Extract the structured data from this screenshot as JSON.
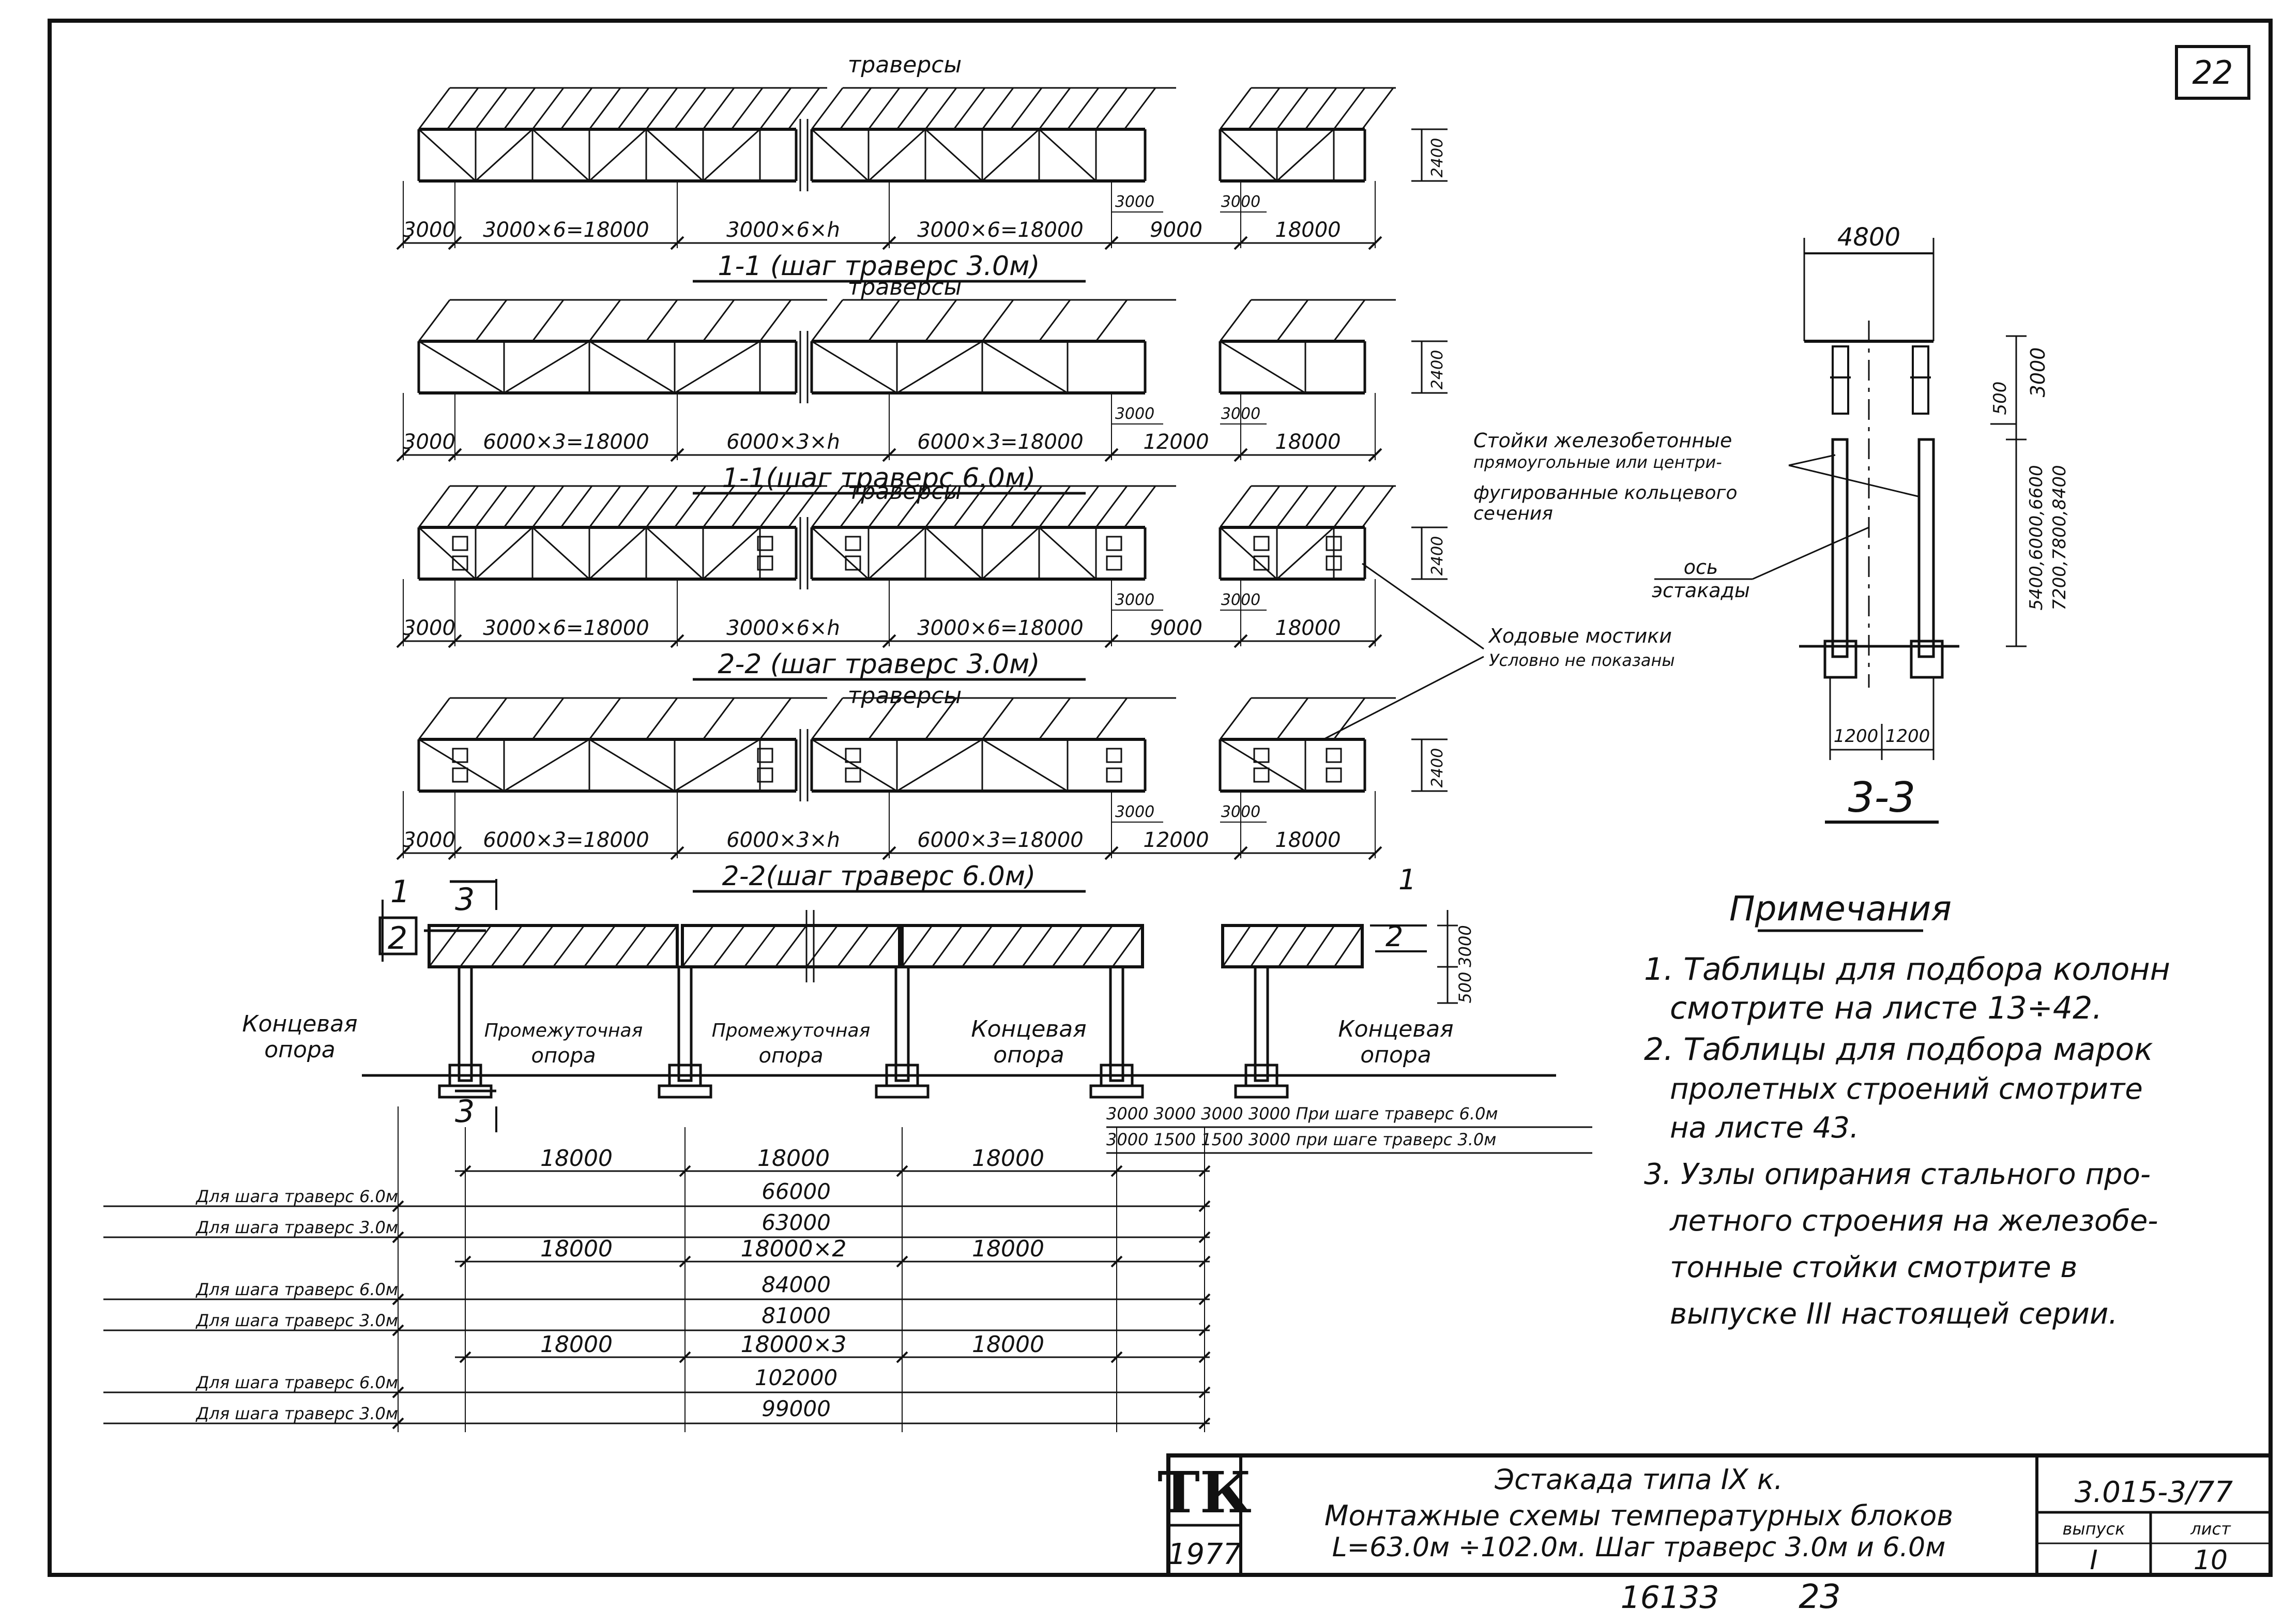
{
  "sheet_number": "22",
  "row1": {
    "top_label": "траверсы",
    "height_dim": "2400",
    "dims": [
      "3000",
      "3000×6=18000",
      "3000×6×h",
      "3000×6=18000",
      "9000",
      "18000"
    ],
    "gap_dims": [
      "3000",
      "3000"
    ],
    "caption": "1-1 (шаг траверс 3.0м)"
  },
  "row2": {
    "top_label": "траверсы",
    "height_dim": "2400",
    "dims": [
      "3000",
      "6000×3=18000",
      "6000×3×h",
      "6000×3=18000",
      "12000",
      "18000"
    ],
    "gap_dims": [
      "3000",
      "3000"
    ],
    "caption": "1-1(шаг траверс 6.0м)"
  },
  "row3": {
    "top_label": "траверсы",
    "height_dim": "2400",
    "dims": [
      "3000",
      "3000×6=18000",
      "3000×6×h",
      "3000×6=18000",
      "9000",
      "18000"
    ],
    "gap_dims": [
      "3000",
      "3000"
    ],
    "caption": "2-2 (шаг траверс 3.0м)"
  },
  "row4": {
    "top_label": "траверсы",
    "height_dim": "2400",
    "dims": [
      "3000",
      "6000×3=18000",
      "6000×3×h",
      "6000×3=18000",
      "12000",
      "18000"
    ],
    "gap_dims": [
      "3000",
      "3000"
    ],
    "caption": "2-2(шаг траверс 6.0м)"
  },
  "walkways_note": [
    "Ходовые мостики",
    "Условно не показаны"
  ],
  "section33": {
    "top_dim": "4800",
    "dim_3000": "3000",
    "dim_500": "500",
    "heights_a": "5400,6000,6600",
    "heights_b": "7200,7800,8400",
    "base_dims": [
      "1200",
      "1200"
    ],
    "caption": "3-3",
    "columns_note": [
      "Стойки железобетонные",
      "прямоугольные или центри-",
      "фугированные кольцевого",
      "сечения"
    ],
    "axis_note": [
      "ось",
      "эстакады"
    ]
  },
  "elevation": {
    "markers": [
      "1",
      "2",
      "3",
      "3"
    ],
    "right_markers": [
      "1",
      "2"
    ],
    "right_dims": [
      "3000",
      "500"
    ],
    "supports": [
      [
        "Концевая",
        "опора"
      ],
      [
        "Промежуточная",
        "опора"
      ],
      [
        "Промежуточная",
        "опора"
      ],
      [
        "Концевая",
        "опора"
      ],
      [
        "Концевая",
        "опора"
      ]
    ],
    "step_dims_60": "3000 3000 3000 3000 При шаге траверс 6.0м",
    "step_dims_30": "3000 1500 1500 3000 при шаге траверс 3.0м"
  },
  "dimension_rows": [
    {
      "type": "span",
      "values": [
        "18000",
        "18000",
        "18000"
      ]
    },
    {
      "type": "total",
      "label": "Для шага траверс 6.0м",
      "value": "66000"
    },
    {
      "type": "total",
      "label": "Для шага траверс 3.0м",
      "value": "63000"
    },
    {
      "type": "span",
      "values": [
        "18000",
        "18000×2",
        "18000"
      ]
    },
    {
      "type": "total",
      "label": "Для шага траверс 6.0м",
      "value": "84000"
    },
    {
      "type": "total",
      "label": "Для шага траверс 3.0м",
      "value": "81000"
    },
    {
      "type": "span",
      "values": [
        "18000",
        "18000×3",
        "18000"
      ]
    },
    {
      "type": "total",
      "label": "Для шага траверс 6.0м",
      "value": "102000"
    },
    {
      "type": "total",
      "label": "Для шага траверс 3.0м",
      "value": "99000"
    }
  ],
  "notes": {
    "heading": "Примечания",
    "lines": [
      "1. Таблицы для подбора колонн",
      "смотрите на листе 13÷42.",
      "2. Таблицы для подбора марок",
      "пролетных строений смотрите",
      "на листе 43.",
      "3. Узлы опирания стального про-",
      "летного строения на железобе-",
      "тонные стойки смотрите в",
      "выпуске III настоящей серии."
    ]
  },
  "title_block": {
    "logo": "ТК",
    "year": "1977",
    "line1": "Эстакада типа IX к.",
    "line2": "Монтажные схемы температурных блоков",
    "line3": "L=63.0м ÷102.0м. Шаг траверс 3.0м и 6.0м",
    "series": "3.015-3/77",
    "issue_label": "выпуск",
    "issue_value": "I",
    "sheet_label": "лист",
    "sheet_value": "10"
  },
  "bottom_numbers": [
    "16133",
    "23"
  ]
}
